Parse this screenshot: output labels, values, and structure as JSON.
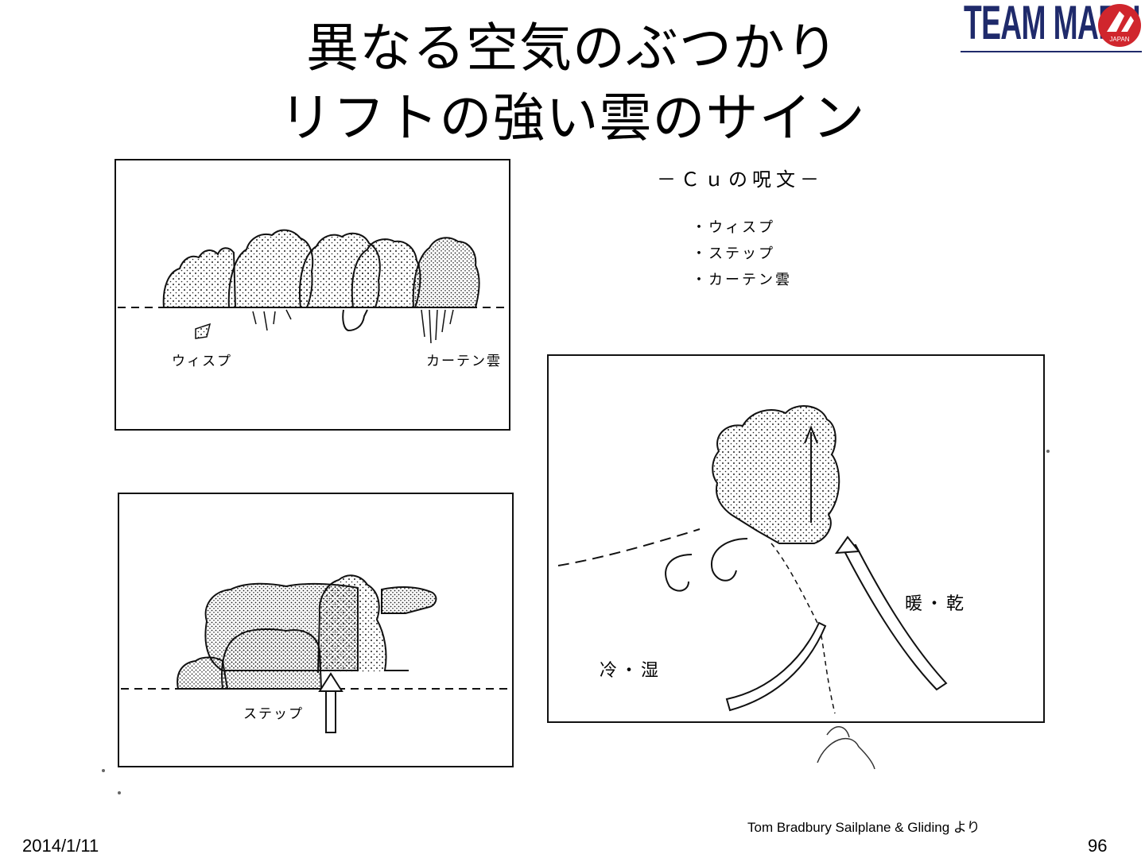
{
  "slide": {
    "title_line1": "異なる空気のぶつかり",
    "title_line2": "リフトの強い雲のサイン",
    "logo_text": "TEAM MARU",
    "logo_sub": "JAPAN",
    "date": "2014/1/11",
    "page_number": "96",
    "credit": "Tom Bradbury Sailplane & Gliding より"
  },
  "cu_box": {
    "title": "－Ｃｕの呪文－",
    "items": [
      "・ウィスプ",
      "・ステップ",
      "・カーテン雲"
    ]
  },
  "figure_top_left": {
    "label_left": "ウィスプ",
    "label_right": "カーテン雲"
  },
  "figure_bottom_left": {
    "label": "ステップ"
  },
  "figure_right": {
    "label_left": "冷・湿",
    "label_right": "暖・乾"
  },
  "colors": {
    "logo_blue": "#1f2a6b",
    "logo_red": "#d0262d",
    "ink": "#111111"
  }
}
